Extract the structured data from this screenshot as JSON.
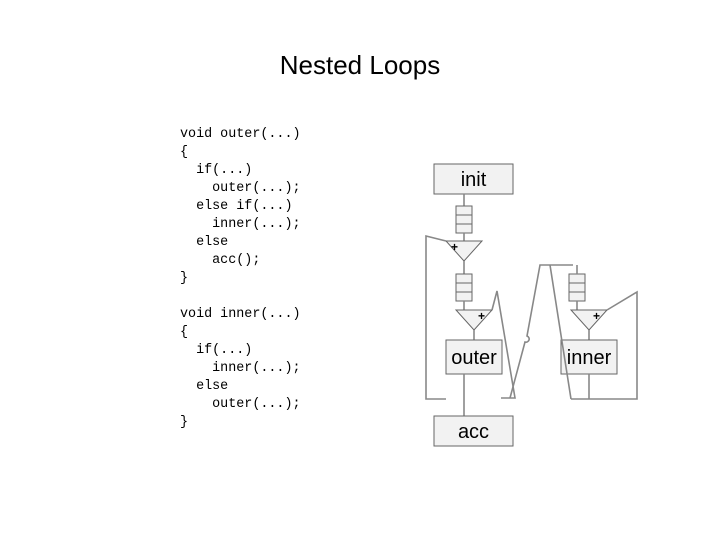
{
  "slide": {
    "title": "Nested Loops",
    "code_lines": [
      "void outer(...)",
      "{",
      "  if(...)",
      "    outer(...);",
      "  else if(...)",
      "    inner(...);",
      "  else",
      "    acc();",
      "}",
      "",
      "void inner(...)",
      "{",
      "  if(...)",
      "    inner(...);",
      "  else",
      "    outer(...);",
      "}"
    ]
  },
  "diagram": {
    "init_label": "init",
    "outer_label": "outer",
    "inner_label": "inner",
    "acc_label": "acc",
    "merge_plus": "+",
    "outer_branch_plus": "+",
    "inner_branch_plus": "+"
  }
}
